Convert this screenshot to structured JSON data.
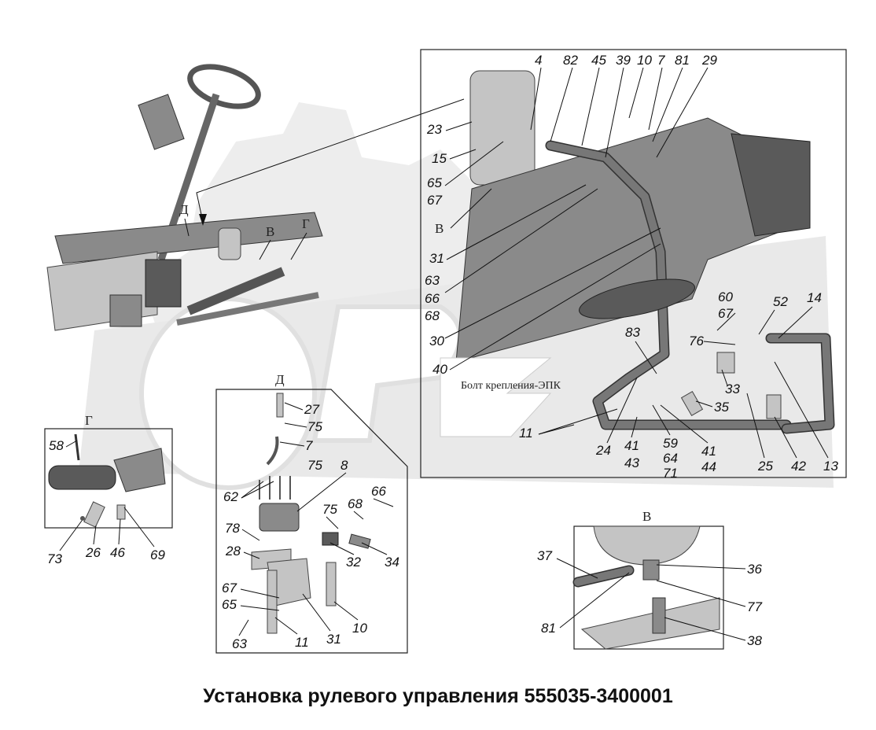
{
  "title": "Установка рулевого управления 555035-3400001",
  "view_letters": {
    "d_main": "Д",
    "v_main": "В",
    "g_main": "Г",
    "v_inset_main": "В",
    "g_box": "Г",
    "d_box": "Д",
    "v_box": "В"
  },
  "note": "Болт крепления-ЭПК",
  "callouts": {
    "main": [
      "4",
      "82",
      "45",
      "39",
      "10",
      "7",
      "81",
      "29",
      "23",
      "15",
      "65",
      "67",
      "31",
      "63",
      "66",
      "68",
      "30",
      "40",
      "60",
      "67",
      "52",
      "14",
      "76",
      "33",
      "83",
      "35",
      "11",
      "24",
      "41",
      "43",
      "59",
      "64",
      "71",
      "41",
      "44",
      "25",
      "42",
      "13"
    ],
    "g": [
      "58",
      "73",
      "26",
      "46",
      "69"
    ],
    "d": [
      "27",
      "75",
      "7",
      "75",
      "8",
      "62",
      "66",
      "68",
      "75",
      "78",
      "32",
      "34",
      "28",
      "67",
      "65",
      "63",
      "11",
      "31",
      "10"
    ],
    "v": [
      "37",
      "36",
      "77",
      "81",
      "38"
    ]
  },
  "colors": {
    "line": "#111111",
    "watermark": "#e6e6e6",
    "metal": "#8a8a8a"
  }
}
